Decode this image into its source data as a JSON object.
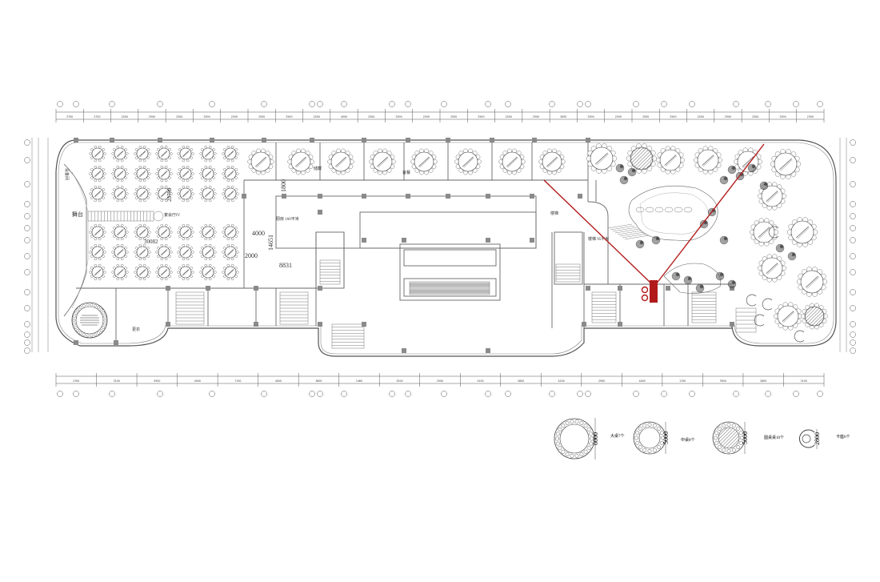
{
  "plan": {
    "dimensions_top": [
      "2700",
      "2750",
      "2500",
      "2500",
      "2500",
      "2500",
      "2500",
      "2500",
      "2500",
      "2500",
      "4000",
      "2500",
      "2500",
      "2500",
      "2500",
      "2500",
      "2500",
      "2500",
      "3000",
      "2500",
      "2500",
      "2500",
      "2500",
      "2500",
      "2500",
      "2500",
      "2500",
      "2300"
    ],
    "dimensions_bottom": [
      "2700",
      "3100",
      "5500",
      "4000",
      "7150",
      "4000",
      "3800",
      "1460",
      "3200",
      "2500",
      "4100",
      "2800",
      "4200",
      "2900",
      "4400",
      "1700",
      "3900",
      "2800",
      "3100"
    ],
    "labels": {
      "stage": "舞台",
      "hall_iv": "宴会厅IV",
      "equipment": "设备间",
      "kitchen": "厨房 160平米",
      "storage": "储藏",
      "stair": "楼梯",
      "stair_area": "楼梯 95平米",
      "office": "更衣",
      "prep": "备餐"
    },
    "dims_inside": {
      "d23799": "23799",
      "d30082": "30082",
      "d4000": "4000",
      "d2000": "2000",
      "d1800": "1800",
      "d14651": "14651",
      "d8831": "8831"
    },
    "legend": [
      {
        "size": "6000",
        "label": "大桌7个"
      },
      {
        "size": "5000",
        "label": "中桌8个"
      },
      {
        "size": "5000",
        "label": "圆桌桌10个"
      },
      {
        "size": "2800",
        "label": "卡座6个"
      }
    ],
    "colors": {
      "line": "#555555",
      "highlight": "#b21a1a",
      "column": "#8a8a8a"
    }
  }
}
